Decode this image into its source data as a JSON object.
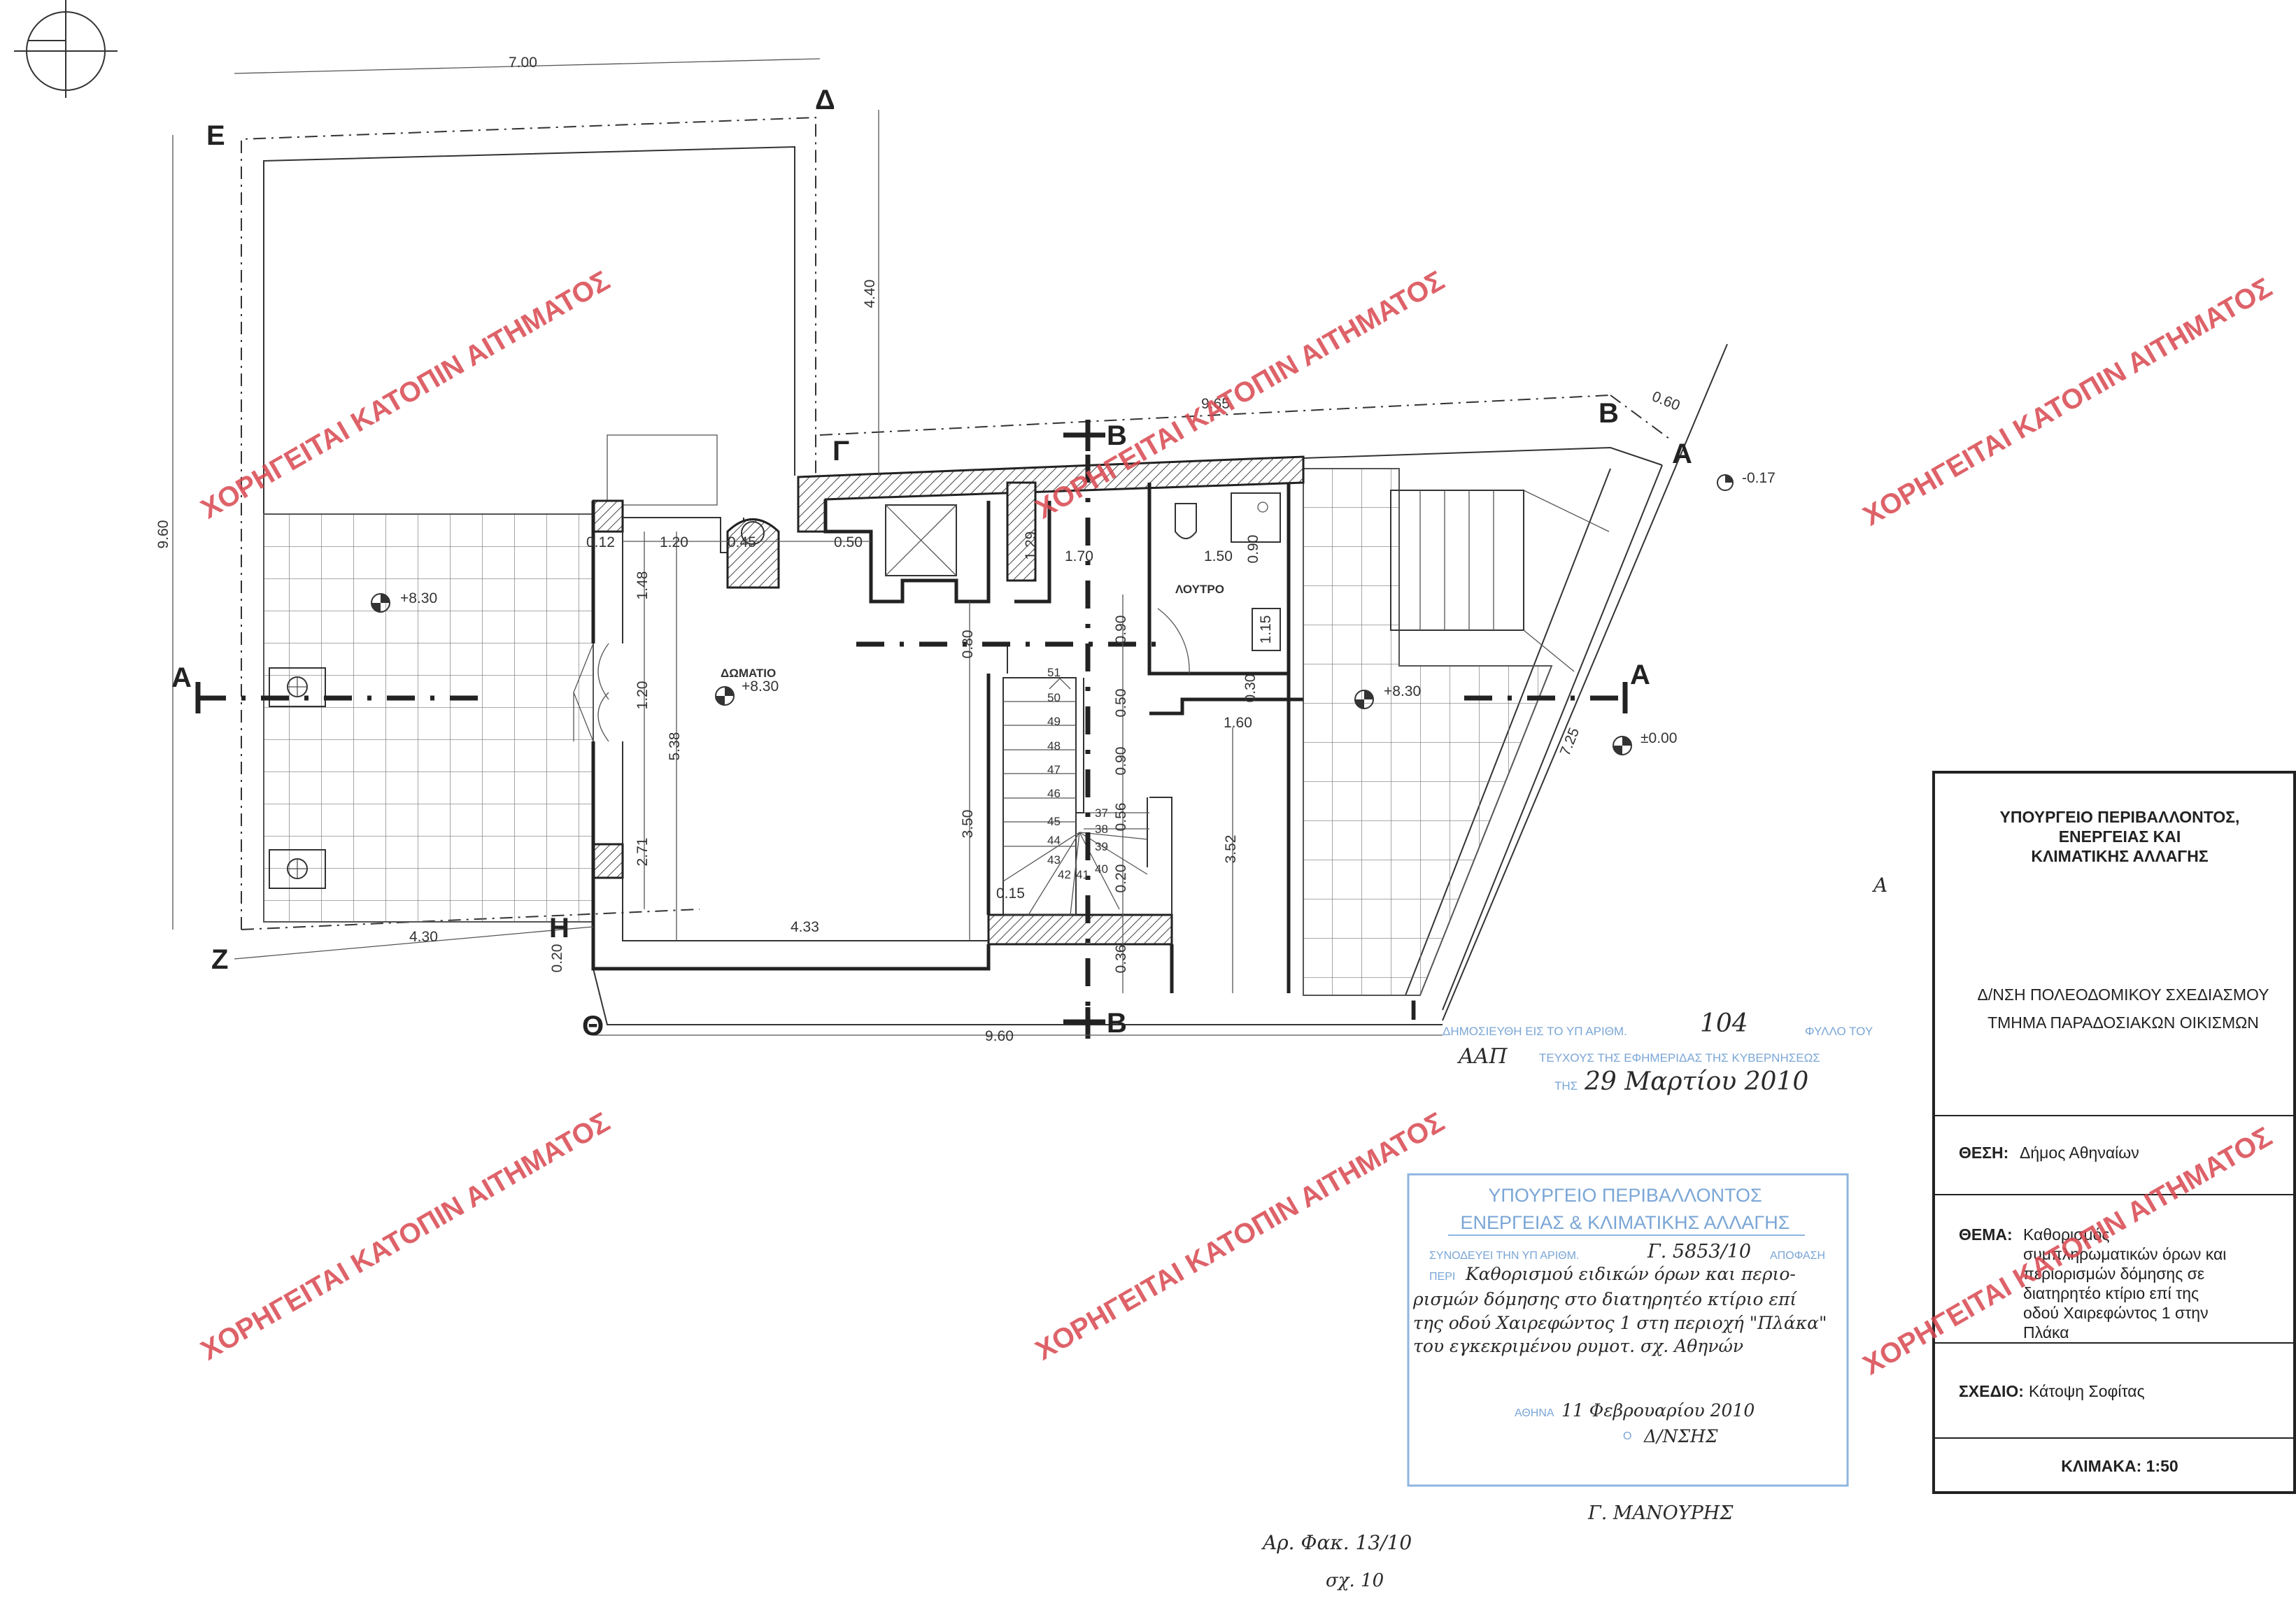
{
  "drawing": {
    "room_label": "ΔΩΜΑΤΙΟ",
    "bath_label": "ΛΟΥΤΡΟ",
    "points": {
      "A": "Α",
      "B": "Β",
      "G": "Γ",
      "D": "Δ",
      "E": "Ε",
      "Z": "Ζ",
      "H": "Η",
      "Th": "Θ",
      "I": "Ι"
    },
    "section_marks": {
      "a_left": "Α",
      "a_right": "Α",
      "b_top": "Β",
      "b_bottom": "Β"
    },
    "elevations": {
      "left_terrace": "+8.30",
      "room": "+8.30",
      "right_terrace": "+8.30",
      "street": "±0.00",
      "corner": "-0.17"
    },
    "dims": {
      "d700": "7.00",
      "d440": "4.40",
      "d960v": "9.60",
      "d965": "9.65",
      "d060": "0.60",
      "d430": "4.30",
      "d960h": "9.60",
      "d020a": "0.20",
      "d012": "0.12",
      "d120a": "1.20",
      "d045": "0.45",
      "d050a": "0.50",
      "d148": "1.48",
      "d120b": "1.20",
      "d538": "5.38",
      "d271": "2.71",
      "d433": "4.33",
      "d350": "3.50",
      "d080": "0.80",
      "d129": "1.29",
      "d170": "1.70",
      "d150": "1.50",
      "d090a": "0.90",
      "d115": "1.15",
      "d090b": "0.90",
      "d050b": "0.50",
      "d030a": "0.30",
      "d160": "1.60",
      "d090c": "0.90",
      "d056": "0.56",
      "d020b": "0.20",
      "d036": "0.36",
      "d352": "3.52",
      "d725": "7.25",
      "d015": "0.15"
    },
    "stairs": [
      "51",
      "50",
      "49",
      "48",
      "47",
      "46",
      "45",
      "44",
      "43",
      "42",
      "41",
      "40",
      "39",
      "38",
      "37"
    ]
  },
  "watermark": "ΧΟΡΗΓΕΙΤΑΙ ΚΑΤΟΠΙΝ ΑΙΤΗΜΑΤΟΣ",
  "title_block": {
    "ministry": [
      "ΥΠΟΥΡΓΕΙΟ ΠΕΡΙΒΑΛΛΟΝΤΟΣ,",
      "ΕΝΕΡΓΕΙΑΣ ΚΑΙ",
      "ΚΛΙΜΑΤΙΚΗΣ ΑΛΛΑΓΗΣ"
    ],
    "department": [
      "Δ/ΝΣΗ ΠΟΛΕΟΔΟΜΙΚΟΥ ΣΧΕΔΙΑΣΜΟΥ",
      "ΤΜΗΜΑ ΠΑΡΑΔΟΣΙΑΚΩΝ ΟΙΚΙΣΜΩΝ"
    ],
    "location_label": "ΘΕΣΗ:",
    "location_value": "Δήμος Αθηναίων",
    "subject_label": "ΘΕΜΑ:",
    "subject_value": [
      "Καθορισμός",
      "συμπληρωματικών όρων και",
      "περιορισμών δόμησης σε",
      "διατηρητέο κτίριο επί της",
      "οδού Χαιρεφώντος 1 στην",
      "Πλάκα"
    ],
    "drawing_label": "ΣΧΕΔΙΟ:",
    "drawing_value": "Κάτοψη Σοφίτας",
    "scale": "ΚΛΙΜΑΚΑ: 1:50"
  },
  "approval_stamp": {
    "header": [
      "ΥΠΟΥΡΓΕΙΟ ΠΕΡΙΒΑΛΛΟΝΤΟΣ",
      "ΕΝΕΡΓΕΙΑΣ & ΚΛΙΜΑΤΙΚΗΣ ΑΛΛΑΓΗΣ"
    ],
    "accompanies_label": "ΣΥΝΟΔΕΥΕΙ ΤΗΝ ΥΠ ΑΡΙΘΜ.",
    "decision_number": "Γ. 5853/10",
    "decision_label": "ΑΠΟΦΑΣΗ",
    "about_label": "ΠΕΡΙ",
    "about_text": [
      "Καθορισμού ειδικών όρων και περιο-",
      "ρισμών δόμησης στο διατηρητέο κτίριο επί",
      "της οδού Χαιρεφώντος 1 στη περιοχή \"Πλάκα\"",
      "του εγκεκριμένου ρυμοτ. σχ. Αθηνών"
    ],
    "city_label": "ΑΘΗΝΑ",
    "date": "11 Φεβρουαρίου 2010",
    "article": "Ο",
    "signer_title": "Δ/ΝΣΗΣ",
    "signature": "Γ. ΜΑΝΟΥΡΗΣ"
  },
  "publication_stamp": {
    "line1_label": "ΔΗΜΟΣΙΕΥΘΗ ΕΙΣ ΤΟ ΥΠ ΑΡΙΘΜ.",
    "sheet_number": "104",
    "line1_suffix": "ΦΥΛΛΟ ΤΟΥ",
    "issue": "ΑΑΠ",
    "line2_label": "ΤΕΥΧΟΥΣ ΤΗΣ ΕΦΗΜΕΡΙΔΑΣ ΤΗΣ ΚΥΒΕΡΝΗΣΕΩΣ",
    "line3_label": "ΤΗΣ",
    "date": "29 Μαρτίου 2010"
  },
  "margin_note": "Α",
  "file_ref": {
    "folder": "Αρ. Φακ. 13/10",
    "sheet": "σχ. 10"
  }
}
